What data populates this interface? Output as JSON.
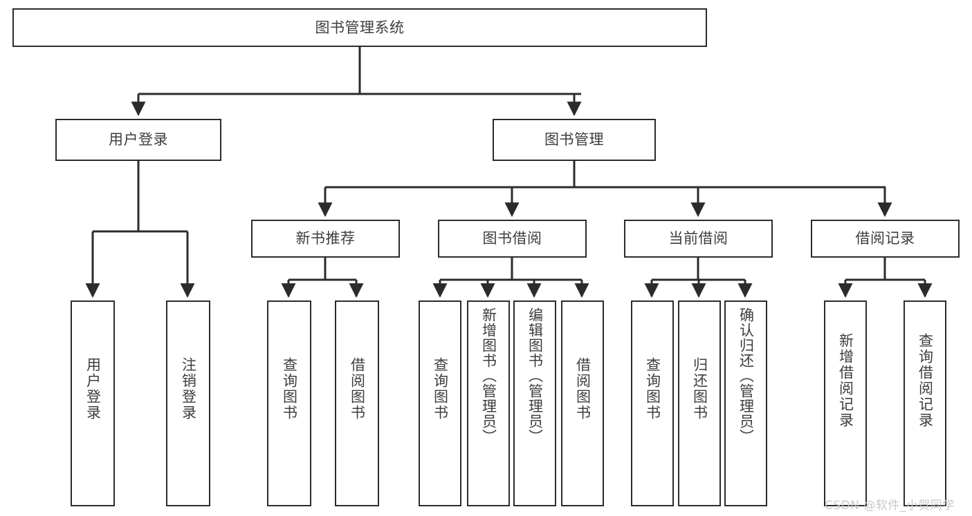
{
  "diagram": {
    "title": "图书管理系统",
    "type": "hierarchy-tree",
    "watermark": "CSDN @软件_小贺同学",
    "colors": {
      "node_border": "#2b2b2b",
      "node_fill": "#ffffff",
      "text": "#3d3d3d",
      "edge": "#2b2b2b",
      "watermark": "#c9c9c9",
      "background": "#ffffff"
    },
    "nodes": {
      "root": {
        "label": "图书管理系统"
      },
      "level1": [
        {
          "id": "user-login",
          "label": "用户登录"
        },
        {
          "id": "book-manage",
          "label": "图书管理"
        }
      ],
      "level2": [
        {
          "id": "new-book-recommend",
          "label": "新书推荐"
        },
        {
          "id": "book-borrow",
          "label": "图书借阅"
        },
        {
          "id": "current-borrow",
          "label": "当前借阅"
        },
        {
          "id": "borrow-record",
          "label": "借阅记录"
        }
      ],
      "leaves": {
        "user_login": [
          {
            "id": "leaf-user-login",
            "label": "用户登录"
          },
          {
            "id": "leaf-logout",
            "label": "注销登录"
          }
        ],
        "new_book_recommend": [
          {
            "id": "leaf-query-book-1",
            "label": "查询图书"
          },
          {
            "id": "leaf-borrow-book-1",
            "label": "借阅图书"
          }
        ],
        "book_borrow": [
          {
            "id": "leaf-query-book-2",
            "label": "查询图书"
          },
          {
            "id": "leaf-add-book",
            "label": "新增图书（管理员）"
          },
          {
            "id": "leaf-edit-book",
            "label": "编辑图书（管理员）"
          },
          {
            "id": "leaf-borrow-book-2",
            "label": "借阅图书"
          }
        ],
        "current_borrow": [
          {
            "id": "leaf-query-book-3",
            "label": "查询图书"
          },
          {
            "id": "leaf-return-book",
            "label": "归还图书"
          },
          {
            "id": "leaf-confirm-return",
            "label": "确认归还（管理员）"
          }
        ],
        "borrow_record": [
          {
            "id": "leaf-add-record",
            "label": "新增借阅记录"
          },
          {
            "id": "leaf-query-record",
            "label": "查询借阅记录"
          }
        ]
      }
    }
  }
}
